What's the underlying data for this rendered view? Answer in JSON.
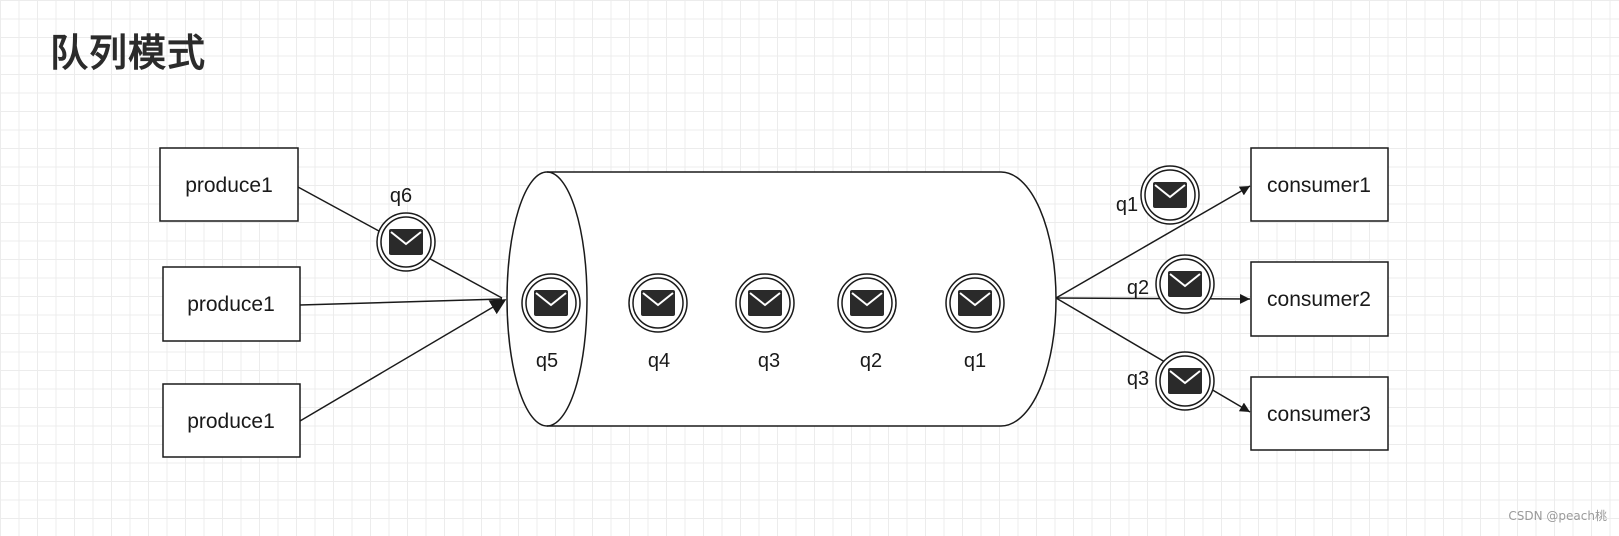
{
  "title": "队列模式",
  "producers": [
    {
      "label": "produce1"
    },
    {
      "label": "produce1"
    },
    {
      "label": "produce1"
    }
  ],
  "consumers": [
    {
      "label": "consumer1"
    },
    {
      "label": "consumer2"
    },
    {
      "label": "consumer3"
    }
  ],
  "incoming_message": {
    "label": "q6"
  },
  "queue_messages": [
    {
      "label": "q5"
    },
    {
      "label": "q4"
    },
    {
      "label": "q3"
    },
    {
      "label": "q2"
    },
    {
      "label": "q1"
    }
  ],
  "outgoing_messages": [
    {
      "label": "q1"
    },
    {
      "label": "q2"
    },
    {
      "label": "q3"
    }
  ],
  "watermark": "CSDN @peach桃"
}
